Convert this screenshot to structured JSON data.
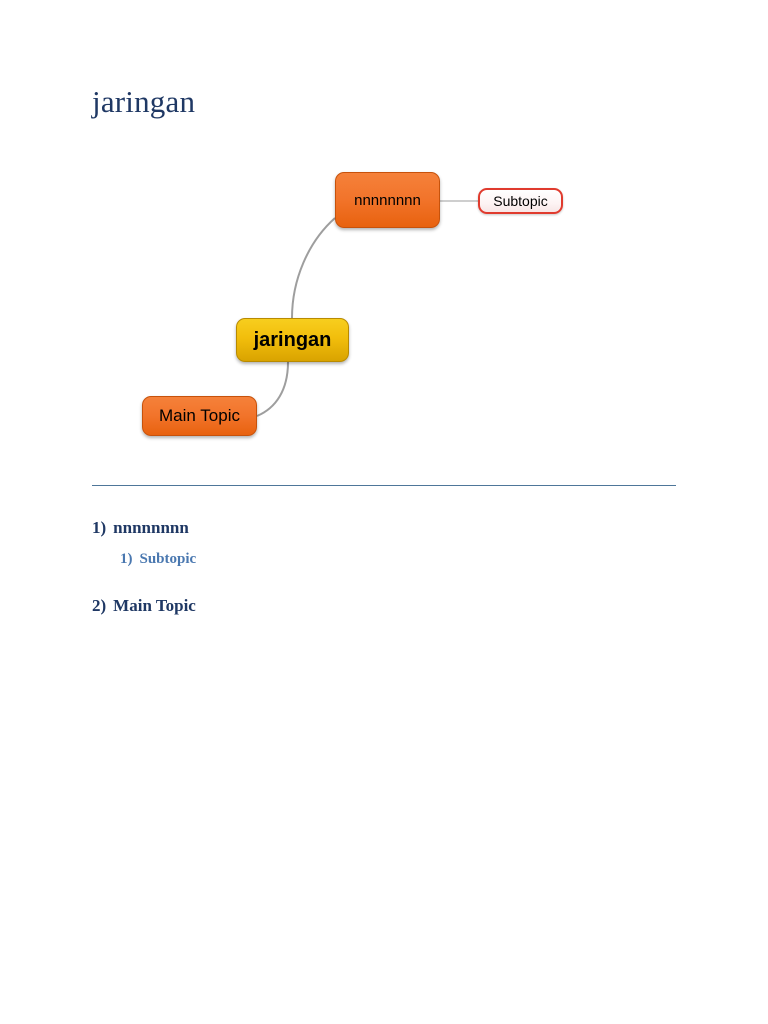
{
  "document": {
    "title": "jaringan"
  },
  "mindmap": {
    "nodes": [
      {
        "id": "nnn",
        "label": "nnnnnnnn",
        "style": "orange"
      },
      {
        "id": "subtopic",
        "label": "Subtopic",
        "style": "white-red-border"
      },
      {
        "id": "jaringan",
        "label": "jaringan",
        "style": "amber-center"
      },
      {
        "id": "main-topic",
        "label": "Main Topic",
        "style": "orange"
      }
    ],
    "connectors": [
      {
        "from": "jaringan",
        "to": "nnn",
        "shape": "curve"
      },
      {
        "from": "jaringan",
        "to": "main-topic",
        "shape": "curve"
      },
      {
        "from": "nnn",
        "to": "subtopic",
        "shape": "line"
      }
    ],
    "colors": {
      "orange_fill": "#F2742B",
      "orange_border": "#C7520B",
      "amber_fill": "#F2BE0C",
      "amber_border": "#B88A00",
      "subtopic_border": "#E03B2E",
      "subtopic_fill": "#FDF4F4",
      "connector": "#9E9E9E"
    }
  },
  "divider": {
    "color": "#4E7699"
  },
  "outline": {
    "items": [
      {
        "marker": "1)",
        "label": "nnnnnnnn",
        "level": 1
      },
      {
        "marker": "1)",
        "label": "Subtopic",
        "level": 2
      },
      {
        "marker": "2)",
        "label": "Main Topic",
        "level": 1
      }
    ],
    "colors": {
      "level1": "#1F3864",
      "level2": "#4A78B0"
    }
  }
}
